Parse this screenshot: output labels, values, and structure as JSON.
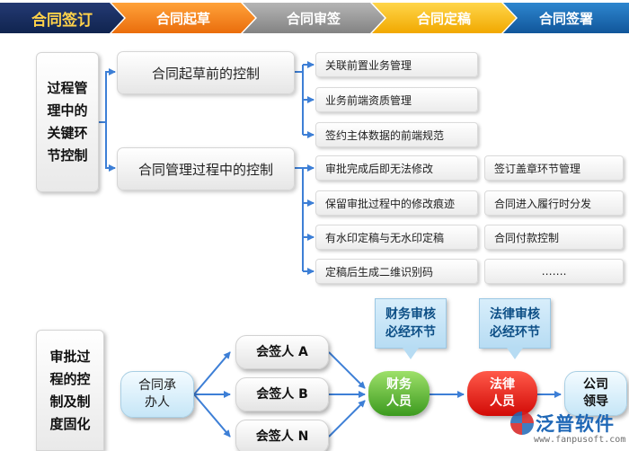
{
  "process_bar": {
    "steps": [
      "合同签订",
      "合同起草",
      "合同审签",
      "合同定稿",
      "合同签署"
    ],
    "colors": [
      "#1a2f60",
      "#f28a1f",
      "#9a9a9a",
      "#f7bb1a",
      "#1d6db4"
    ]
  },
  "section1": {
    "label": "过程管理中的关键环节控制",
    "label_lines": [
      "过程管",
      "理中的",
      "关键环",
      "节控制"
    ],
    "controls": [
      "合同起草前的控制",
      "合同管理过程中的控制"
    ],
    "draft_items": [
      "关联前置业务管理",
      "业务前端资质管理",
      "签约主体数据的前端规范"
    ],
    "process_items_left": [
      "审批完成后即无法修改",
      "保留审批过程中的修改痕迹",
      "有水印定稿与无水印定稿",
      "定稿后生成二维识别码"
    ],
    "process_items_right": [
      "签订盖章环节管理",
      "合同进入履行时分发",
      "合同付款控制",
      "……."
    ]
  },
  "section2": {
    "label": "审批过程的控制及制度固化",
    "label_lines": [
      "审批过",
      "程的控",
      "制及制",
      "度固化"
    ],
    "handler_lines": [
      "合同承",
      "办人"
    ],
    "signers": [
      "会签人 A",
      "会签人 B",
      "会签人 N"
    ],
    "finance_lines": [
      "财务",
      "人员"
    ],
    "legal_lines": [
      "法律",
      "人员"
    ],
    "leader_lines": [
      "公司",
      "领导"
    ],
    "finance_callout": [
      "财务审核",
      "必经环节"
    ],
    "legal_callout": [
      "法律审核",
      "必经环节"
    ],
    "colors": {
      "line": "#3d7fd6",
      "finance": "#4caf2a",
      "legal": "#e0120c"
    }
  },
  "logo": {
    "name": "泛普软件",
    "url": "www.fanpusoft.com",
    "icon": "fanpu-logo-icon"
  }
}
